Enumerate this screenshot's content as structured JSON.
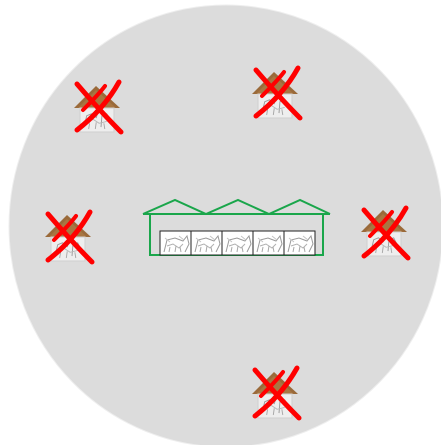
{
  "diagram": {
    "colors": {
      "page_background": "#ffffff",
      "area_fill": "#dcdcdc",
      "area_edge": "#eeeeee",
      "barn_outline": "#1aa64b",
      "hut_roof": "#9a6a3a",
      "hut_body": "#eeeeee",
      "cross": "#ff0000",
      "animal_sketch": "#9a9a9a"
    },
    "central_barn": {
      "icon": "farm-barn-icon",
      "pens": 5,
      "pen_content": "cow-sketch-icon"
    },
    "small_huts": {
      "icon": "small-hut-icon",
      "count": 5,
      "status": "crossed-out",
      "status_icon": "red-x-icon"
    }
  }
}
